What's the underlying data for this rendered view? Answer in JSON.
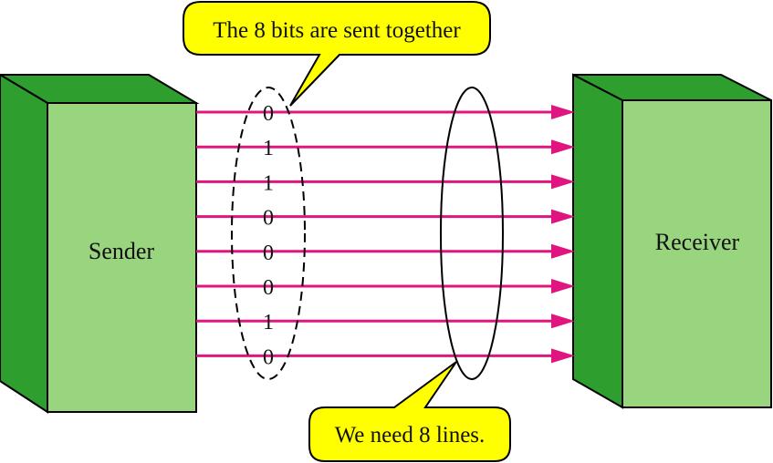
{
  "sender": {
    "label": "Sender"
  },
  "receiver": {
    "label": "Receiver"
  },
  "bits": [
    "0",
    "1",
    "1",
    "0",
    "0",
    "0",
    "1",
    "0"
  ],
  "callout_top": {
    "text": "The 8 bits are sent together"
  },
  "callout_bottom": {
    "text": "We need 8 lines."
  },
  "colors": {
    "box_dark": "#2e9e2e",
    "box_light": "#98d57e",
    "line": "#e0157f",
    "callout_fill": "#ffff00"
  }
}
